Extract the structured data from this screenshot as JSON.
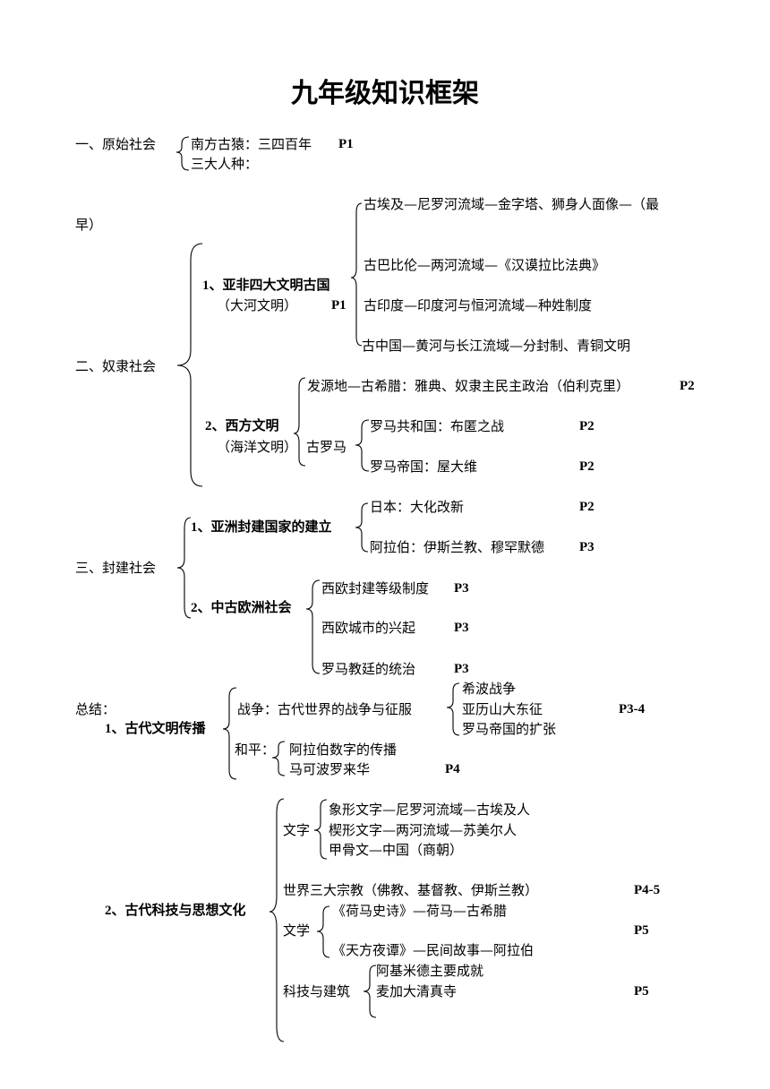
{
  "title": "九年级知识框架",
  "primitive": {
    "label": "一、原始社会",
    "items": [
      "南方古猿：三四百年",
      "三大人种："
    ],
    "page": "P1"
  },
  "slave": {
    "label": "二、奴隶社会",
    "asia_africa": {
      "label1": "1、亚非四大文明古国",
      "label2": "（大河文明）",
      "page": "P1",
      "egypt": "古埃及—尼罗河流域—金字塔、狮身人面像—（最",
      "egypt_cont": "早）",
      "babylon": "古巴比伦—两河流域—《汉谟拉比法典》",
      "india": "古印度—印度河与恒河流域—种姓制度",
      "china": "古中国—黄河与长江流域—分封制、青铜文明"
    },
    "west": {
      "label1": "2、西方文明",
      "label2": "（海洋文明）",
      "greece": "发源地—古希腊：雅典、奴隶主民主政治（伯利克里）",
      "greece_page": "P2",
      "rome": "古罗马",
      "republic": "罗马共和国：布匿之战",
      "republic_page": "P2",
      "empire": "罗马帝国：屋大维",
      "empire_page": "P2"
    }
  },
  "feudal": {
    "label": "三、封建社会",
    "asia": {
      "label": "1、亚洲封建国家的建立",
      "japan": "日本：大化改新",
      "japan_page": "P2",
      "arabia": "阿拉伯：伊斯兰教、穆罕默德",
      "arabia_page": "P3"
    },
    "europe": {
      "label": "2、中古欧洲社会",
      "items": [
        {
          "text": "西欧封建等级制度",
          "page": "P3"
        },
        {
          "text": "西欧城市的兴起",
          "page": "P3"
        },
        {
          "text": "罗马教廷的统治",
          "page": "P3"
        }
      ]
    }
  },
  "summary": {
    "label": "总结：",
    "spread": {
      "label": "1、古代文明传播",
      "war_label": "战争：古代世界的战争与征服",
      "wars": [
        "希波战争",
        "亚历山大东征",
        "罗马帝国的扩张"
      ],
      "war_page": "P3-4",
      "peace_label": "和平：",
      "peace": [
        "阿拉伯数字的传播",
        "马可波罗来华"
      ],
      "peace_page": "P4"
    },
    "culture": {
      "label": "2、古代科技与思想文化",
      "writing_label": "文字",
      "writing": [
        "象形文字—尼罗河流域—古埃及人",
        "楔形文字—两河流域—苏美尔人",
        "甲骨文—中国（商朝）"
      ],
      "religion": "世界三大宗教（佛教、基督教、伊斯兰教）",
      "religion_page": "P4-5",
      "literature_label": "文学",
      "literature": [
        "《荷马史诗》—荷马—古希腊",
        "《天方夜谭》—民间故事—阿拉伯"
      ],
      "literature_page": "P5",
      "science_label": "科技与建筑",
      "science": [
        "阿基米德主要成就",
        "麦加大清真寺"
      ],
      "science_page": "P5"
    }
  }
}
